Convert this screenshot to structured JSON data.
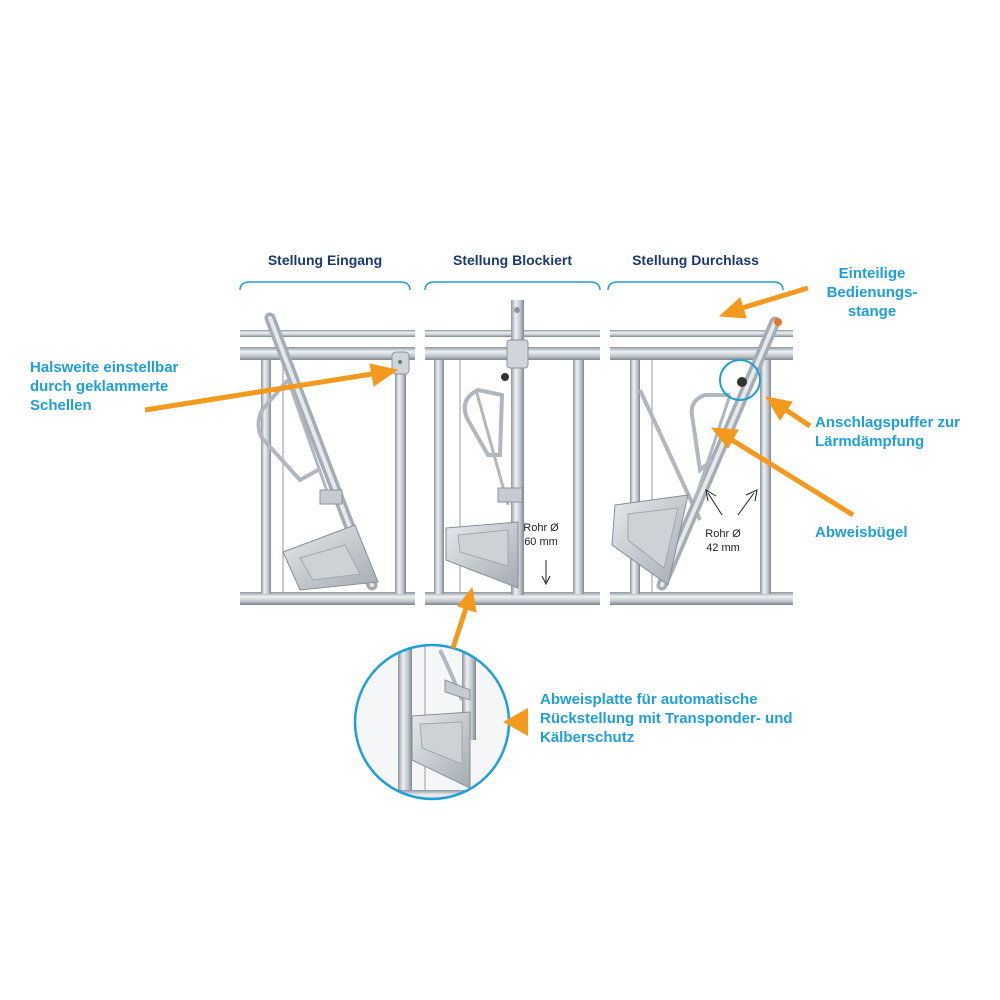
{
  "headers": {
    "eingang": "Stellung Eingang",
    "blockiert": "Stellung Blockiert",
    "durchlass": "Stellung Durchlass"
  },
  "callouts": {
    "halsweite": [
      "Halsweite einstellbar",
      "durch geklammerte",
      "Schellen"
    ],
    "bedienungsstange": [
      "Einteilige",
      "Bedienungs-",
      "stange"
    ],
    "anschlagspuffer": [
      "Anschlagspuffer zur",
      "Lärmdämpfung"
    ],
    "abweisbuegel": [
      "Abweisbügel"
    ],
    "abweisplatte": [
      "Abweisplatte für automatische",
      "Rückstellung mit Transponder- und",
      "Kälberschutz"
    ]
  },
  "dimensions": {
    "rohr60": [
      "Rohr Ø",
      "60 mm"
    ],
    "rohr42": [
      "Rohr Ø",
      "42 mm"
    ]
  },
  "colors": {
    "callout_text": "#1e9fd8",
    "header_text": "#1a3a6e",
    "arrow": "#f39a1e",
    "metal": "#c9ced4",
    "metal_dark": "#8d949c",
    "detail_circle": "#1e9fd8"
  }
}
